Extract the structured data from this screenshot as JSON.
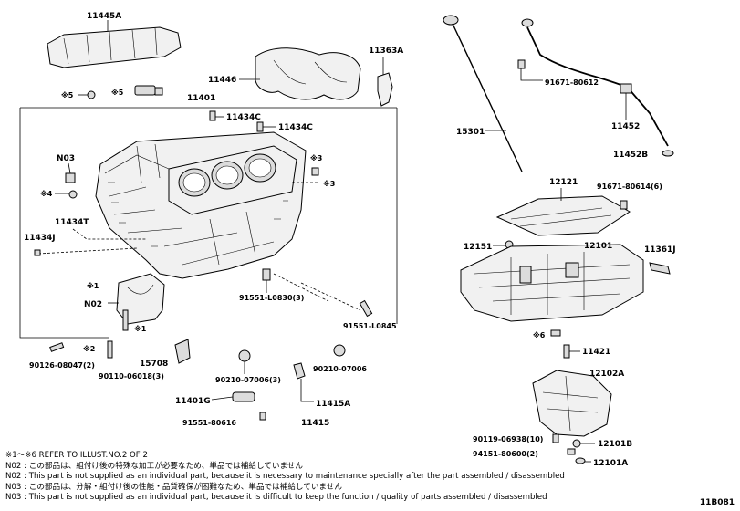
{
  "labels": {
    "p11445A": "11445A",
    "p11446": "11446",
    "p11363A": "11363A",
    "p11401": "11401",
    "p11434C_1": "11434C",
    "p11434C_2": "11434C",
    "s5_a": "※5",
    "s5_b": "※5",
    "n03_a": "N03",
    "s4": "※4",
    "s3_a": "※3",
    "s3_b": "※3",
    "p11434T": "11434T",
    "p11434J": "11434J",
    "s1_a": "※1",
    "n02": "N02",
    "s1_b": "※1",
    "s2": "※2",
    "p90126": "90126-08047(2)",
    "p90110": "90110-06018(3)",
    "p15708": "15708",
    "p90210_1": "90210-07006(3)",
    "p90210_2": "90210-07006",
    "p91551_L0830": "91551-L0830(3)",
    "p91551_L0845": "91551-L0845",
    "p11401G": "11401G",
    "p91551_80616": "91551-80616",
    "p11415A": "11415A",
    "p11415": "11415",
    "p15301": "15301",
    "p91671_80612": "91671-80612",
    "p11452": "11452",
    "p11452B": "11452B",
    "p12121": "12121",
    "p91671_80614": "91671-80614(6)",
    "p12151": "12151",
    "p12101": "12101",
    "p11361J": "11361J",
    "s6": "※6",
    "p11421": "11421",
    "p12102A": "12102A",
    "p90119": "90119-06938(10)",
    "p12101B": "12101B",
    "p94151": "94151-80600(2)",
    "p12101A": "12101A"
  },
  "notes": {
    "refer": "※1～※6  REFER TO ILLUST.NO.2 OF 2",
    "n02_jp": "N02 : この部品は、組付け後の特殊な加工が必要なため、単品では補給していません",
    "n02_en": "N02 : This part is not supplied as an individual part, because it is necessary to maintenance specially after the part assembled / disassembled",
    "n03_jp": "N03 : この部品は、分解・組付け後の性能・品質確保が困難なため、単品では補給していません",
    "n03_en": "N03 : This part is not supplied as an individual part, because it is difficult to keep the function / quality of parts  assembled / disassembled"
  },
  "illust_code": "11B081"
}
